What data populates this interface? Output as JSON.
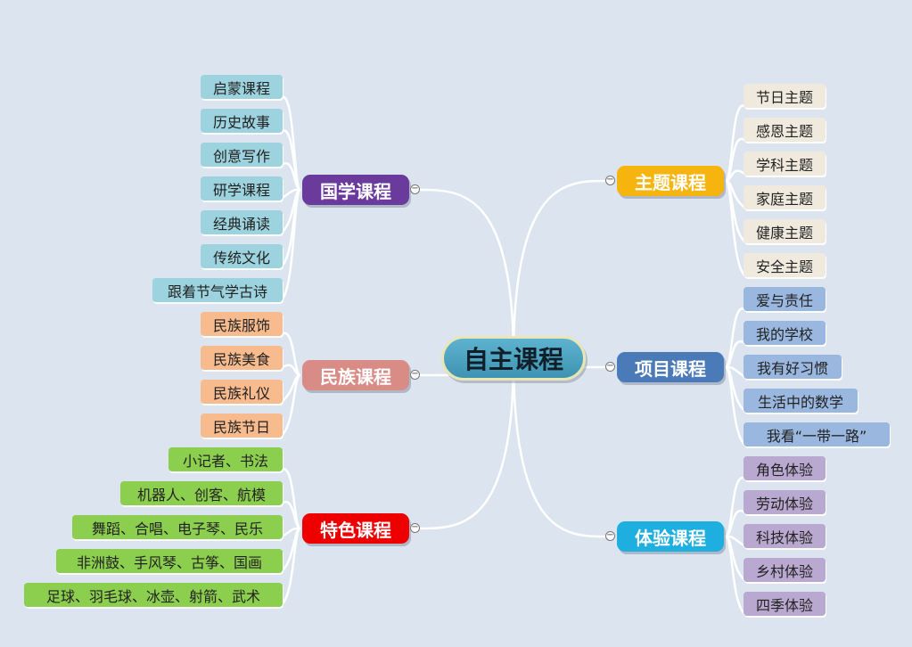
{
  "center": "自主课程",
  "branches": {
    "guoxue": {
      "label": "国学课程",
      "color": "#6a3a9c",
      "leaf_color": "#9cd3de",
      "items": [
        "启蒙课程",
        "历史故事",
        "创意写作",
        "研学课程",
        "经典诵读",
        "传统文化",
        "跟着节气学古诗"
      ]
    },
    "minzu": {
      "label": "民族课程",
      "color": "#d98c86",
      "leaf_color": "#f7bb8e",
      "items": [
        "民族服饰",
        "民族美食",
        "民族礼仪",
        "民族节日"
      ]
    },
    "tese": {
      "label": "特色课程",
      "color": "#ee0000",
      "leaf_color": "#8ccf4f",
      "items": [
        "小记者、书法",
        "机器人、创客、航模",
        "舞蹈、合唱、电子琴、民乐",
        "非洲鼓、手风琴、古筝、国画",
        "足球、羽毛球、冰壶、射箭、武术"
      ]
    },
    "zhuti": {
      "label": "主题课程",
      "color": "#f6b40f",
      "leaf_color": "#efeadd",
      "items": [
        "节日主题",
        "感恩主题",
        "学科主题",
        "家庭主题",
        "健康主题",
        "安全主题"
      ]
    },
    "xiangmu": {
      "label": "项目课程",
      "color": "#4a7ab8",
      "leaf_color": "#9ab7df",
      "items": [
        "爱与责任",
        "我的学校",
        "我有好习惯",
        "生活中的数学",
        "我看“一带一路”"
      ]
    },
    "tiyan": {
      "label": "体验课程",
      "color": "#1eaee0",
      "leaf_color": "#b9a8cf",
      "items": [
        "角色体验",
        "劳动体验",
        "科技体验",
        "乡村体验",
        "四季体验"
      ]
    }
  },
  "collapse_symbol": "−"
}
